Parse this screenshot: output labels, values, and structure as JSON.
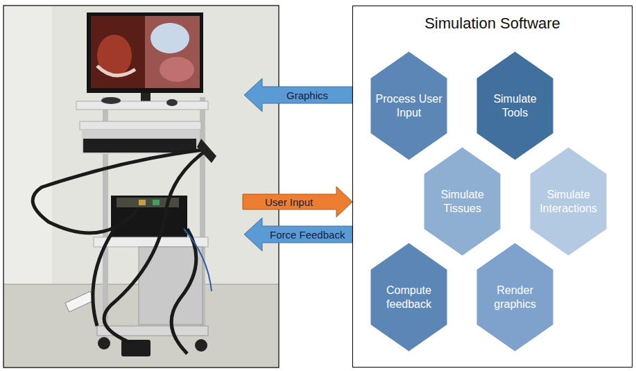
{
  "diagram": {
    "nodes": [
      {
        "text": [
          "Simulation Software"
        ]
      },
      {
        "text": [
          "Process User Input"
        ],
        "in": 0
      },
      {
        "text": [
          "Simulate Tools"
        ],
        "in": 0
      },
      {
        "text": [
          "Simulate Tissues"
        ],
        "in": 0
      },
      {
        "text": [
          "Simulate Interactions"
        ],
        "in": 0
      },
      {
        "text": [
          "Compute feedback"
        ],
        "in": 0
      },
      {
        "text": [
          "Render graphics"
        ],
        "in": 0
      }
    ],
    "labels": [
      "Graphics",
      "User Input",
      "Force Feedback"
    ]
  }
}
